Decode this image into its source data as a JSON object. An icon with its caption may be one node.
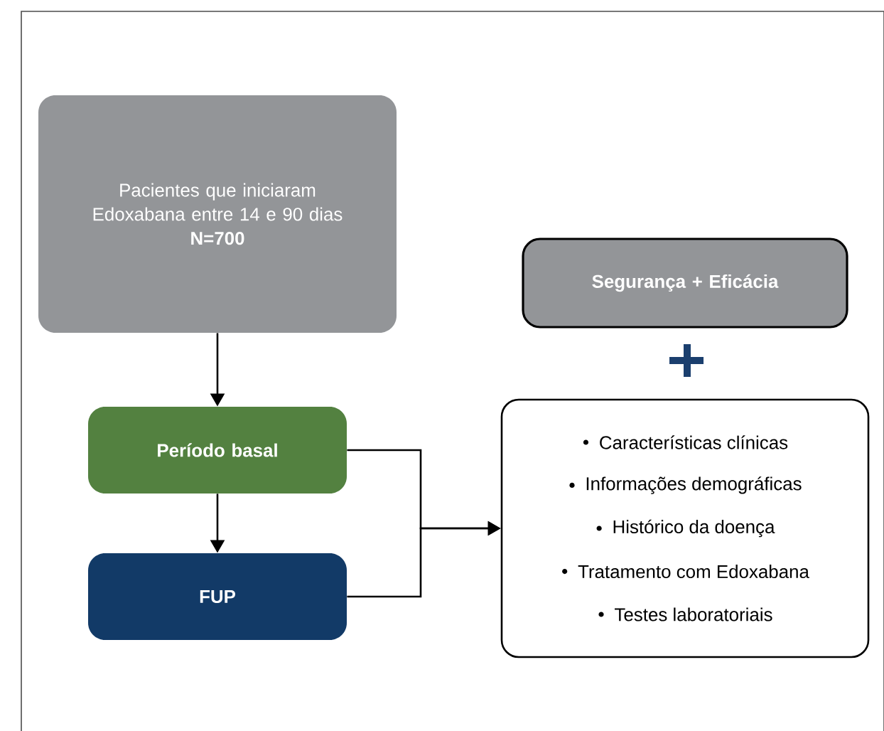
{
  "diagram": {
    "nodes": [
      {
        "text": [
          "Pacientes que iniciaram Edoxabana entre 14 e 90 dias",
          "N=700"
        ]
      },
      {
        "text": [
          "Período basal"
        ]
      },
      {
        "text": [
          "FUP"
        ]
      },
      {
        "text": [
          "Segurança + Eficácia"
        ]
      },
      {
        "text": [
          "Características clínicas",
          "Informações demográficas",
          "Histórico da doença",
          "Tratamento com Edoxabana",
          "Testes laboratoriais"
        ]
      }
    ],
    "edges": [
      {
        "from": 0,
        "to": 1,
        "arrow": "to"
      },
      {
        "from": 1,
        "to": 2,
        "arrow": "to"
      },
      {
        "from": 1,
        "to": 4,
        "arrow": "to"
      },
      {
        "from": 2,
        "to": 4,
        "arrow": "to"
      }
    ]
  }
}
